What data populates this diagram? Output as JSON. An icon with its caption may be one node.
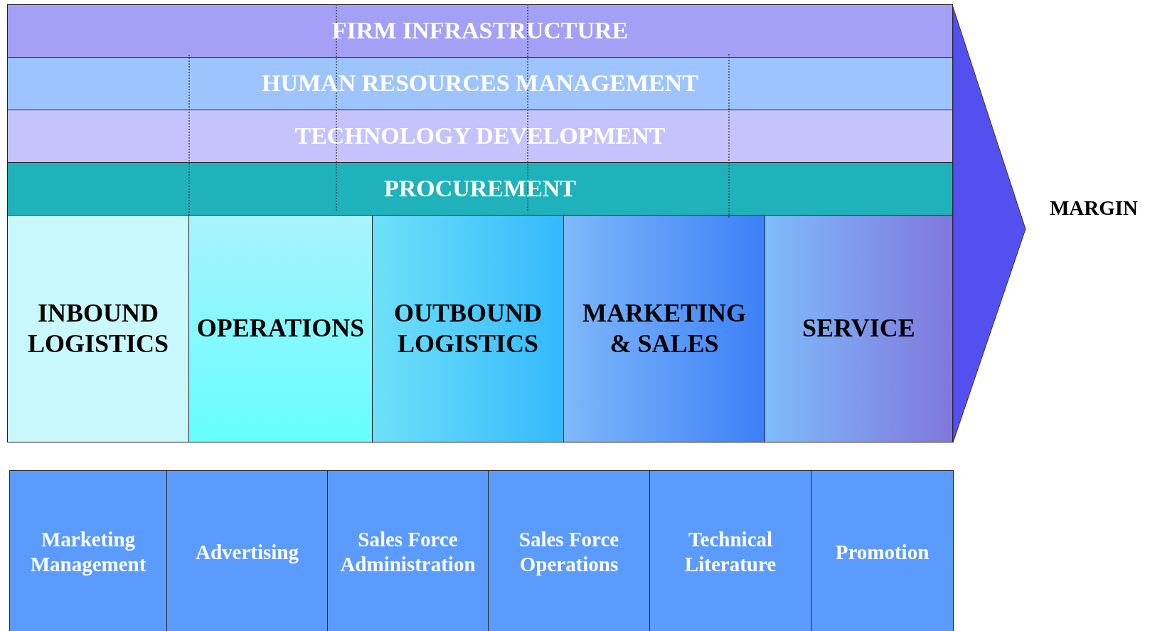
{
  "diagram": {
    "nodes": [
      {
        "text": [
          "FIRM INFRASTRUCTURE"
        ]
      },
      {
        "text": [
          "HUMAN RESOURCES MANAGEMENT"
        ]
      },
      {
        "text": [
          "TECHNOLOGY DEVELOPMENT"
        ]
      },
      {
        "text": [
          "PROCUREMENT"
        ]
      },
      {
        "text": [
          "INBOUND LOGISTICS"
        ]
      },
      {
        "text": [
          "OPERATIONS"
        ]
      },
      {
        "text": [
          "OUTBOUND LOGISTICS"
        ]
      },
      {
        "text": [
          "MARKETING & SALES"
        ]
      },
      {
        "text": [
          "SERVICE"
        ]
      },
      {
        "text": [
          "MARGIN"
        ]
      },
      {
        "text": [
          "Marketing Management"
        ]
      },
      {
        "text": [
          "Advertising"
        ]
      },
      {
        "text": [
          "Sales Force Administration"
        ]
      },
      {
        "text": [
          "Sales Force Operations"
        ]
      },
      {
        "text": [
          "Technical Literature"
        ]
      },
      {
        "text": [
          "Promotion"
        ]
      }
    ]
  }
}
